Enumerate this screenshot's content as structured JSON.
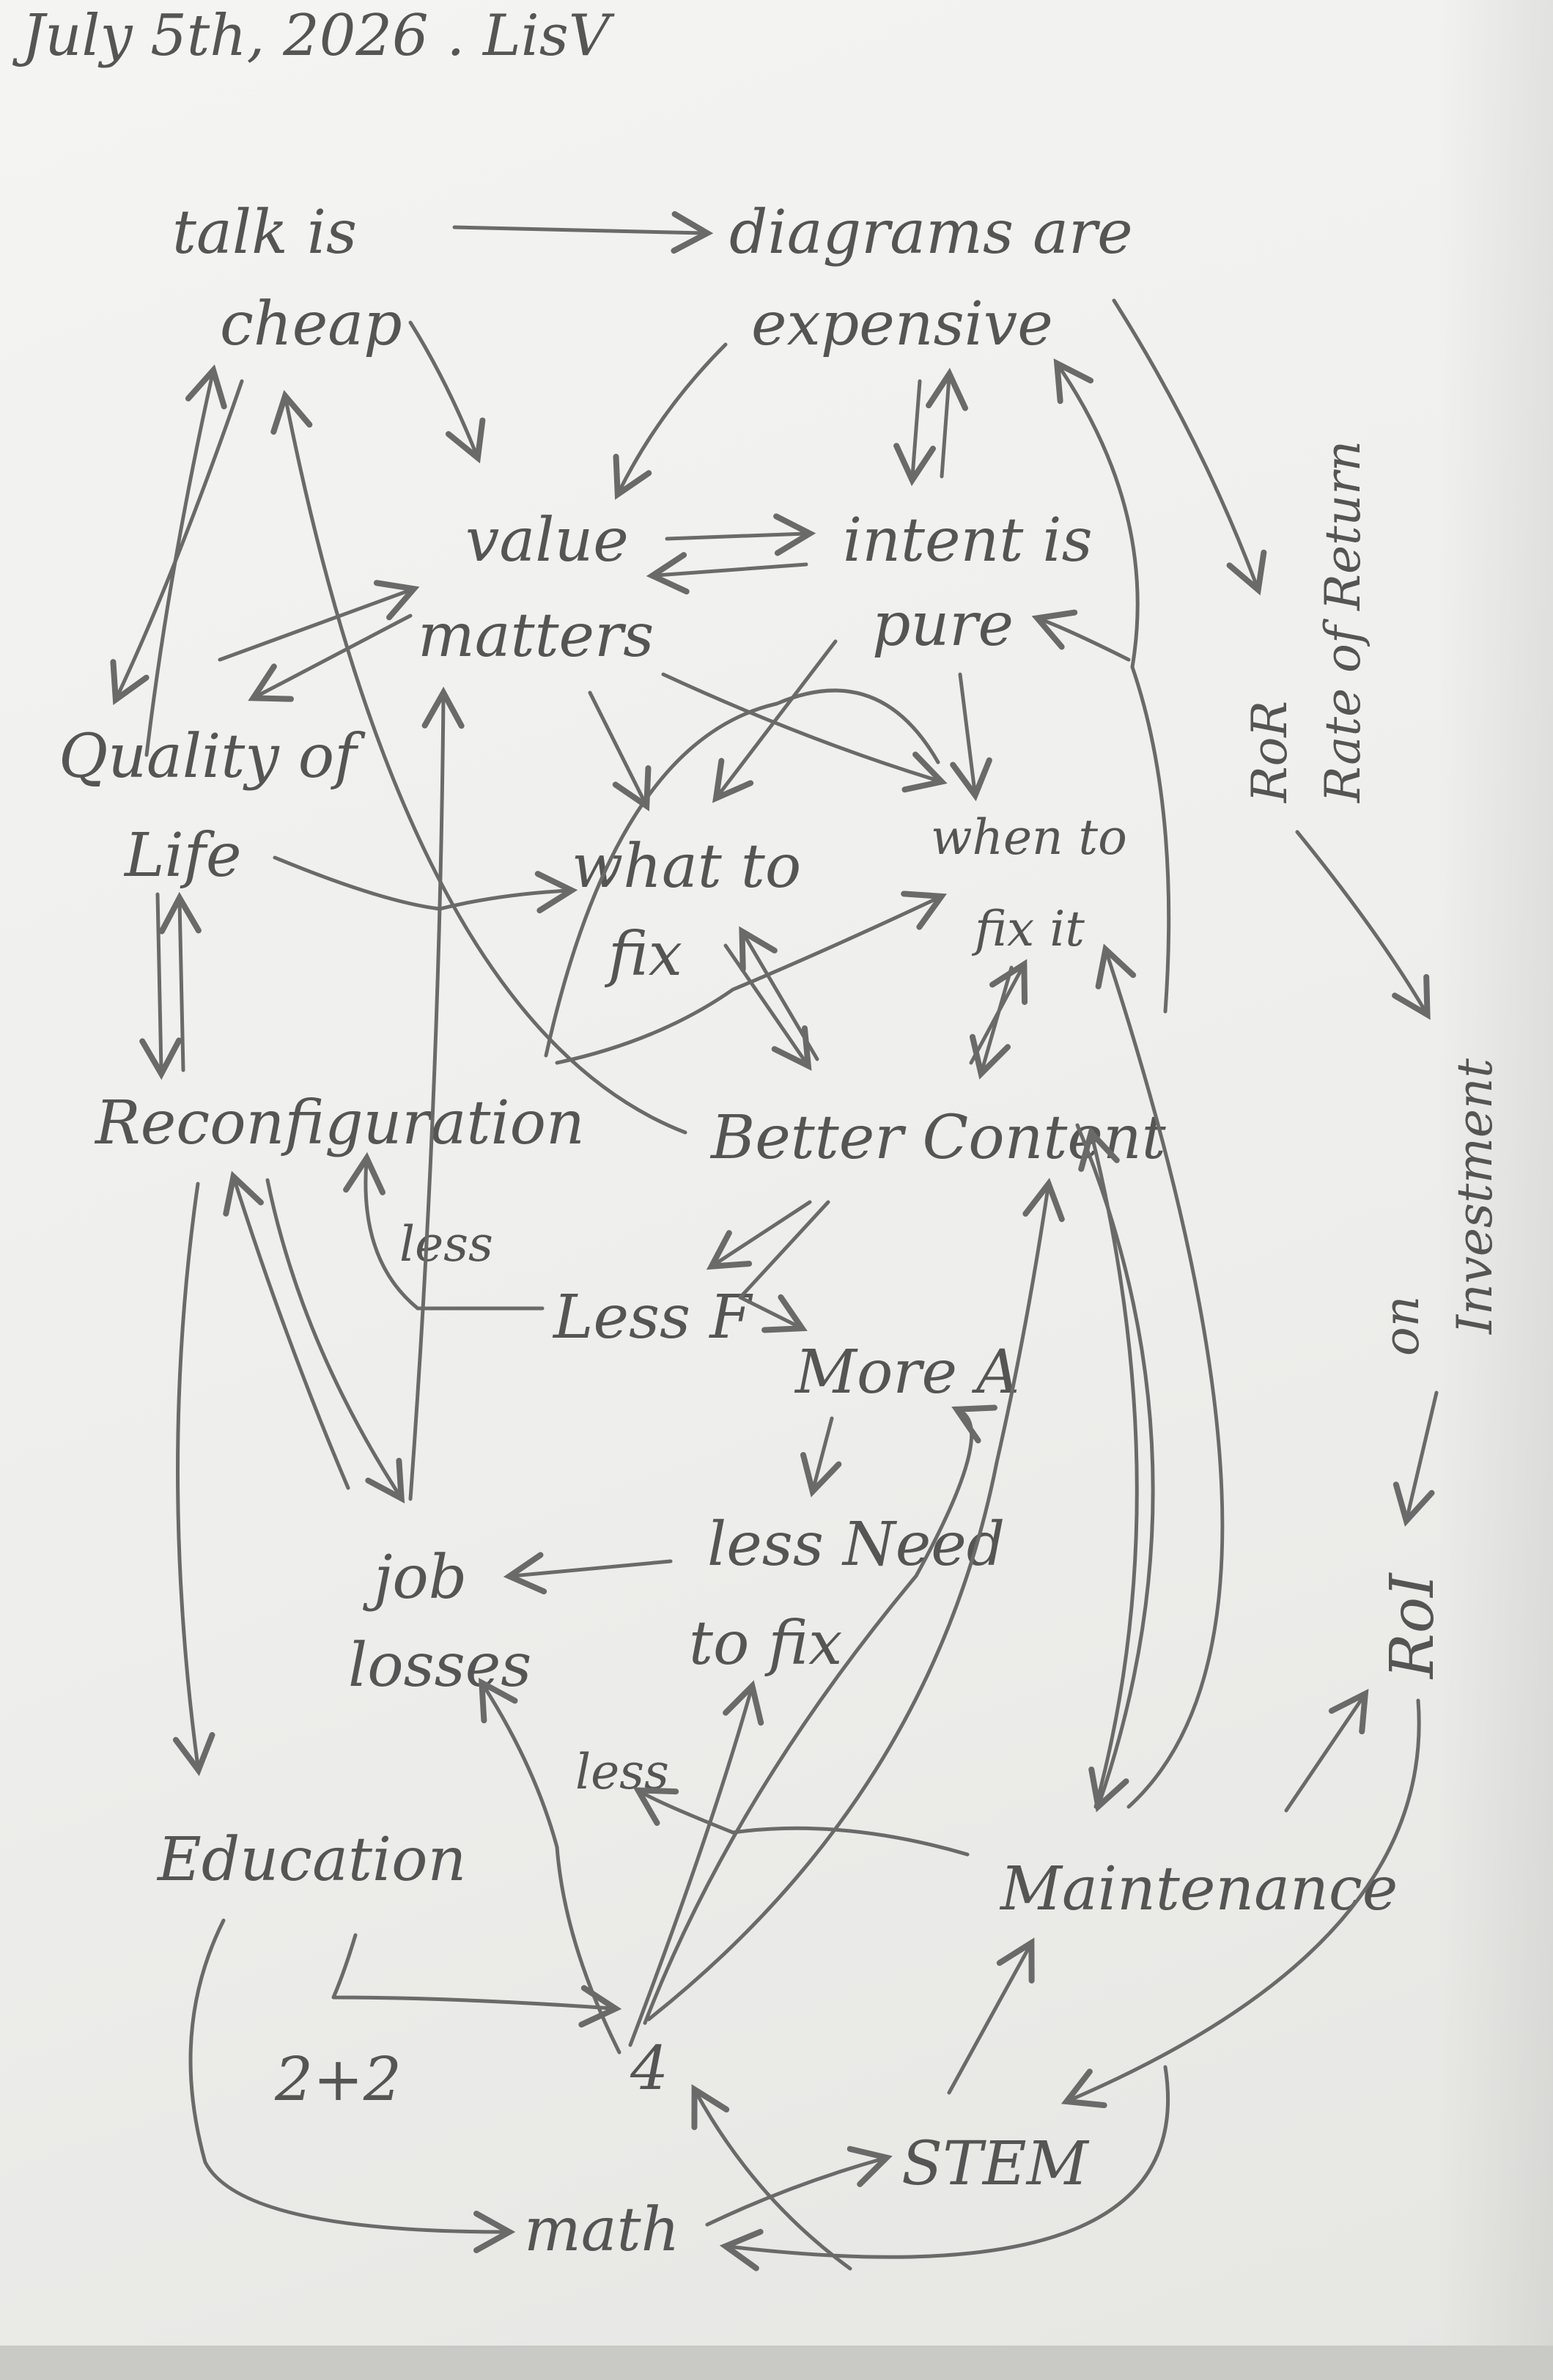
{
  "header": {
    "date_author": "July 5th, 2026 . LisV"
  },
  "nodes": {
    "talk_line1": "talk is",
    "talk_line2": "cheap",
    "diagrams_line1": "diagrams are",
    "diagrams_line2": "expensive",
    "value_line1": "value",
    "value_line2": "matters",
    "intent_line1": "intent is",
    "intent_line2": "pure",
    "quality_line1": "Quality of",
    "quality_line2": "Life",
    "what_line1": "what to",
    "what_line2": "fix",
    "when_line1": "when to",
    "when_line2": "fix it",
    "reconfiguration": "Reconfiguration",
    "better_content": "Better Content",
    "less_f": "Less F",
    "more_a": "More A",
    "job_line1": "job",
    "job_line2": "losses",
    "need_line1": "less Need",
    "need_line2": "to fix",
    "education": "Education",
    "four": "4",
    "two_plus_two": "2+2",
    "math": "math",
    "stem": "STEM",
    "maintenance": "Maintenance",
    "roi": "RoI",
    "ror": "RoR",
    "ror_full": "Rate of Return",
    "on": "on",
    "investment": "Investment"
  },
  "edge_labels": {
    "less_1": "less",
    "less_2": "less"
  },
  "colors": {
    "pencil": "#555555",
    "paper": "#f0f0ee"
  }
}
